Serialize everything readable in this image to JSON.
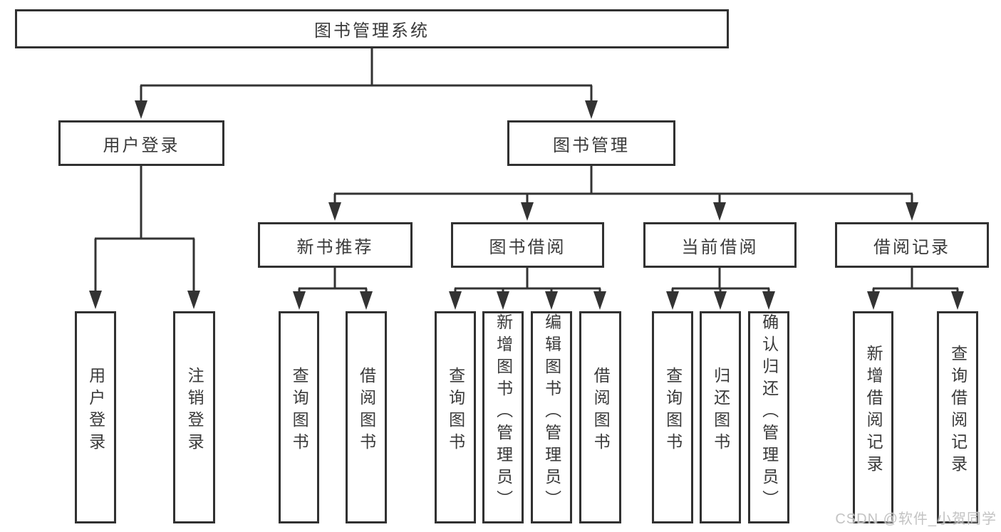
{
  "diagram": {
    "type": "tree",
    "tree": {
      "label": "图书管理系统",
      "children": [
        {
          "label": "用户登录",
          "children": [
            {
              "label": "用户登录"
            },
            {
              "label": "注销登录"
            }
          ]
        },
        {
          "label": "图书管理",
          "children": [
            {
              "label": "新书推荐",
              "children": [
                {
                  "label": "查询图书"
                },
                {
                  "label": "借阅图书"
                }
              ]
            },
            {
              "label": "图书借阅",
              "children": [
                {
                  "label": "查询图书"
                },
                {
                  "label": "新增图书（管理员）"
                },
                {
                  "label": "编辑图书（管理员）"
                },
                {
                  "label": "借阅图书"
                }
              ]
            },
            {
              "label": "当前借阅",
              "children": [
                {
                  "label": "查询图书"
                },
                {
                  "label": "归还图书"
                },
                {
                  "label": "确认归还（管理员）"
                }
              ]
            },
            {
              "label": "借阅记录",
              "children": [
                {
                  "label": "新增借阅记录"
                },
                {
                  "label": "查询借阅记录"
                }
              ]
            }
          ]
        }
      ]
    }
  },
  "watermark": {
    "text": "CSDN @软件_小贺同学"
  },
  "colors": {
    "line": "#333333",
    "box_border": "#313131",
    "box_fill": "#ffffff",
    "text": "#3a3a3a",
    "watermark": "#bcbcbc",
    "background": "#ffffff"
  }
}
